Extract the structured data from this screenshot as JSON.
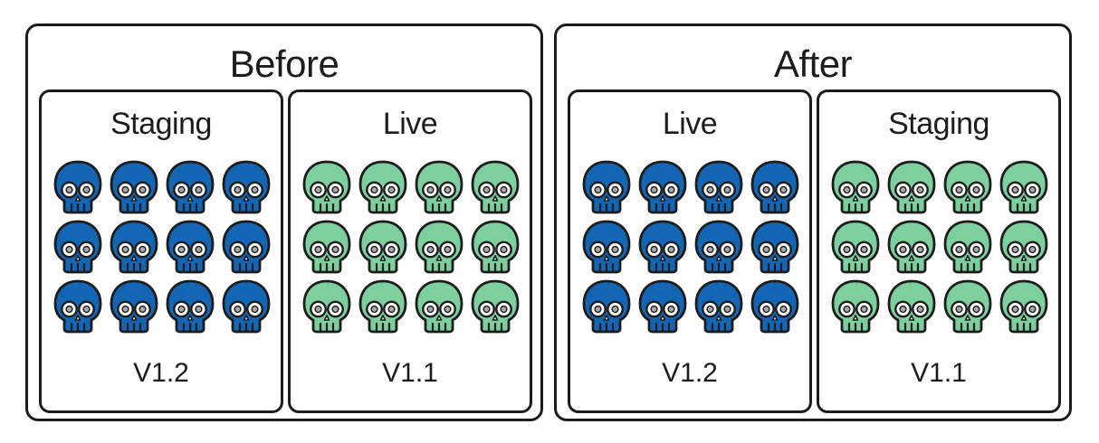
{
  "colors": {
    "blue": "#1565b5",
    "green": "#7dcf9e",
    "outline": "#1c1c1c"
  },
  "icon": "skull-icon",
  "panels": [
    {
      "title": "Before",
      "boxes": [
        {
          "label": "Staging",
          "version": "V1.2",
          "color": "blue",
          "count": 12
        },
        {
          "label": "Live",
          "version": "V1.1",
          "color": "green",
          "count": 12
        }
      ]
    },
    {
      "title": "After",
      "boxes": [
        {
          "label": "Live",
          "version": "V1.2",
          "color": "blue",
          "count": 12
        },
        {
          "label": "Staging",
          "version": "V1.1",
          "color": "green",
          "count": 12
        }
      ]
    }
  ]
}
